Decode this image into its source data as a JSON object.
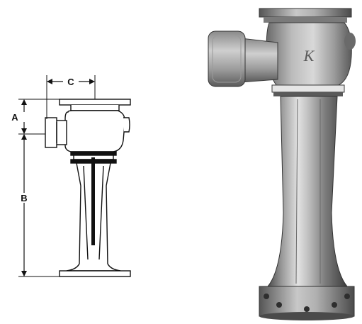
{
  "diagram": {
    "dimension_labels": {
      "a": "A",
      "b": "B",
      "c": "C"
    },
    "colors": {
      "line": "#111111",
      "drawing_fill": "#ffffff",
      "photo_dark": "#3a3a3a",
      "photo_mid": "#8a8a8a",
      "photo_light": "#d9d9d9"
    }
  },
  "photo": {
    "emblem": "K"
  }
}
